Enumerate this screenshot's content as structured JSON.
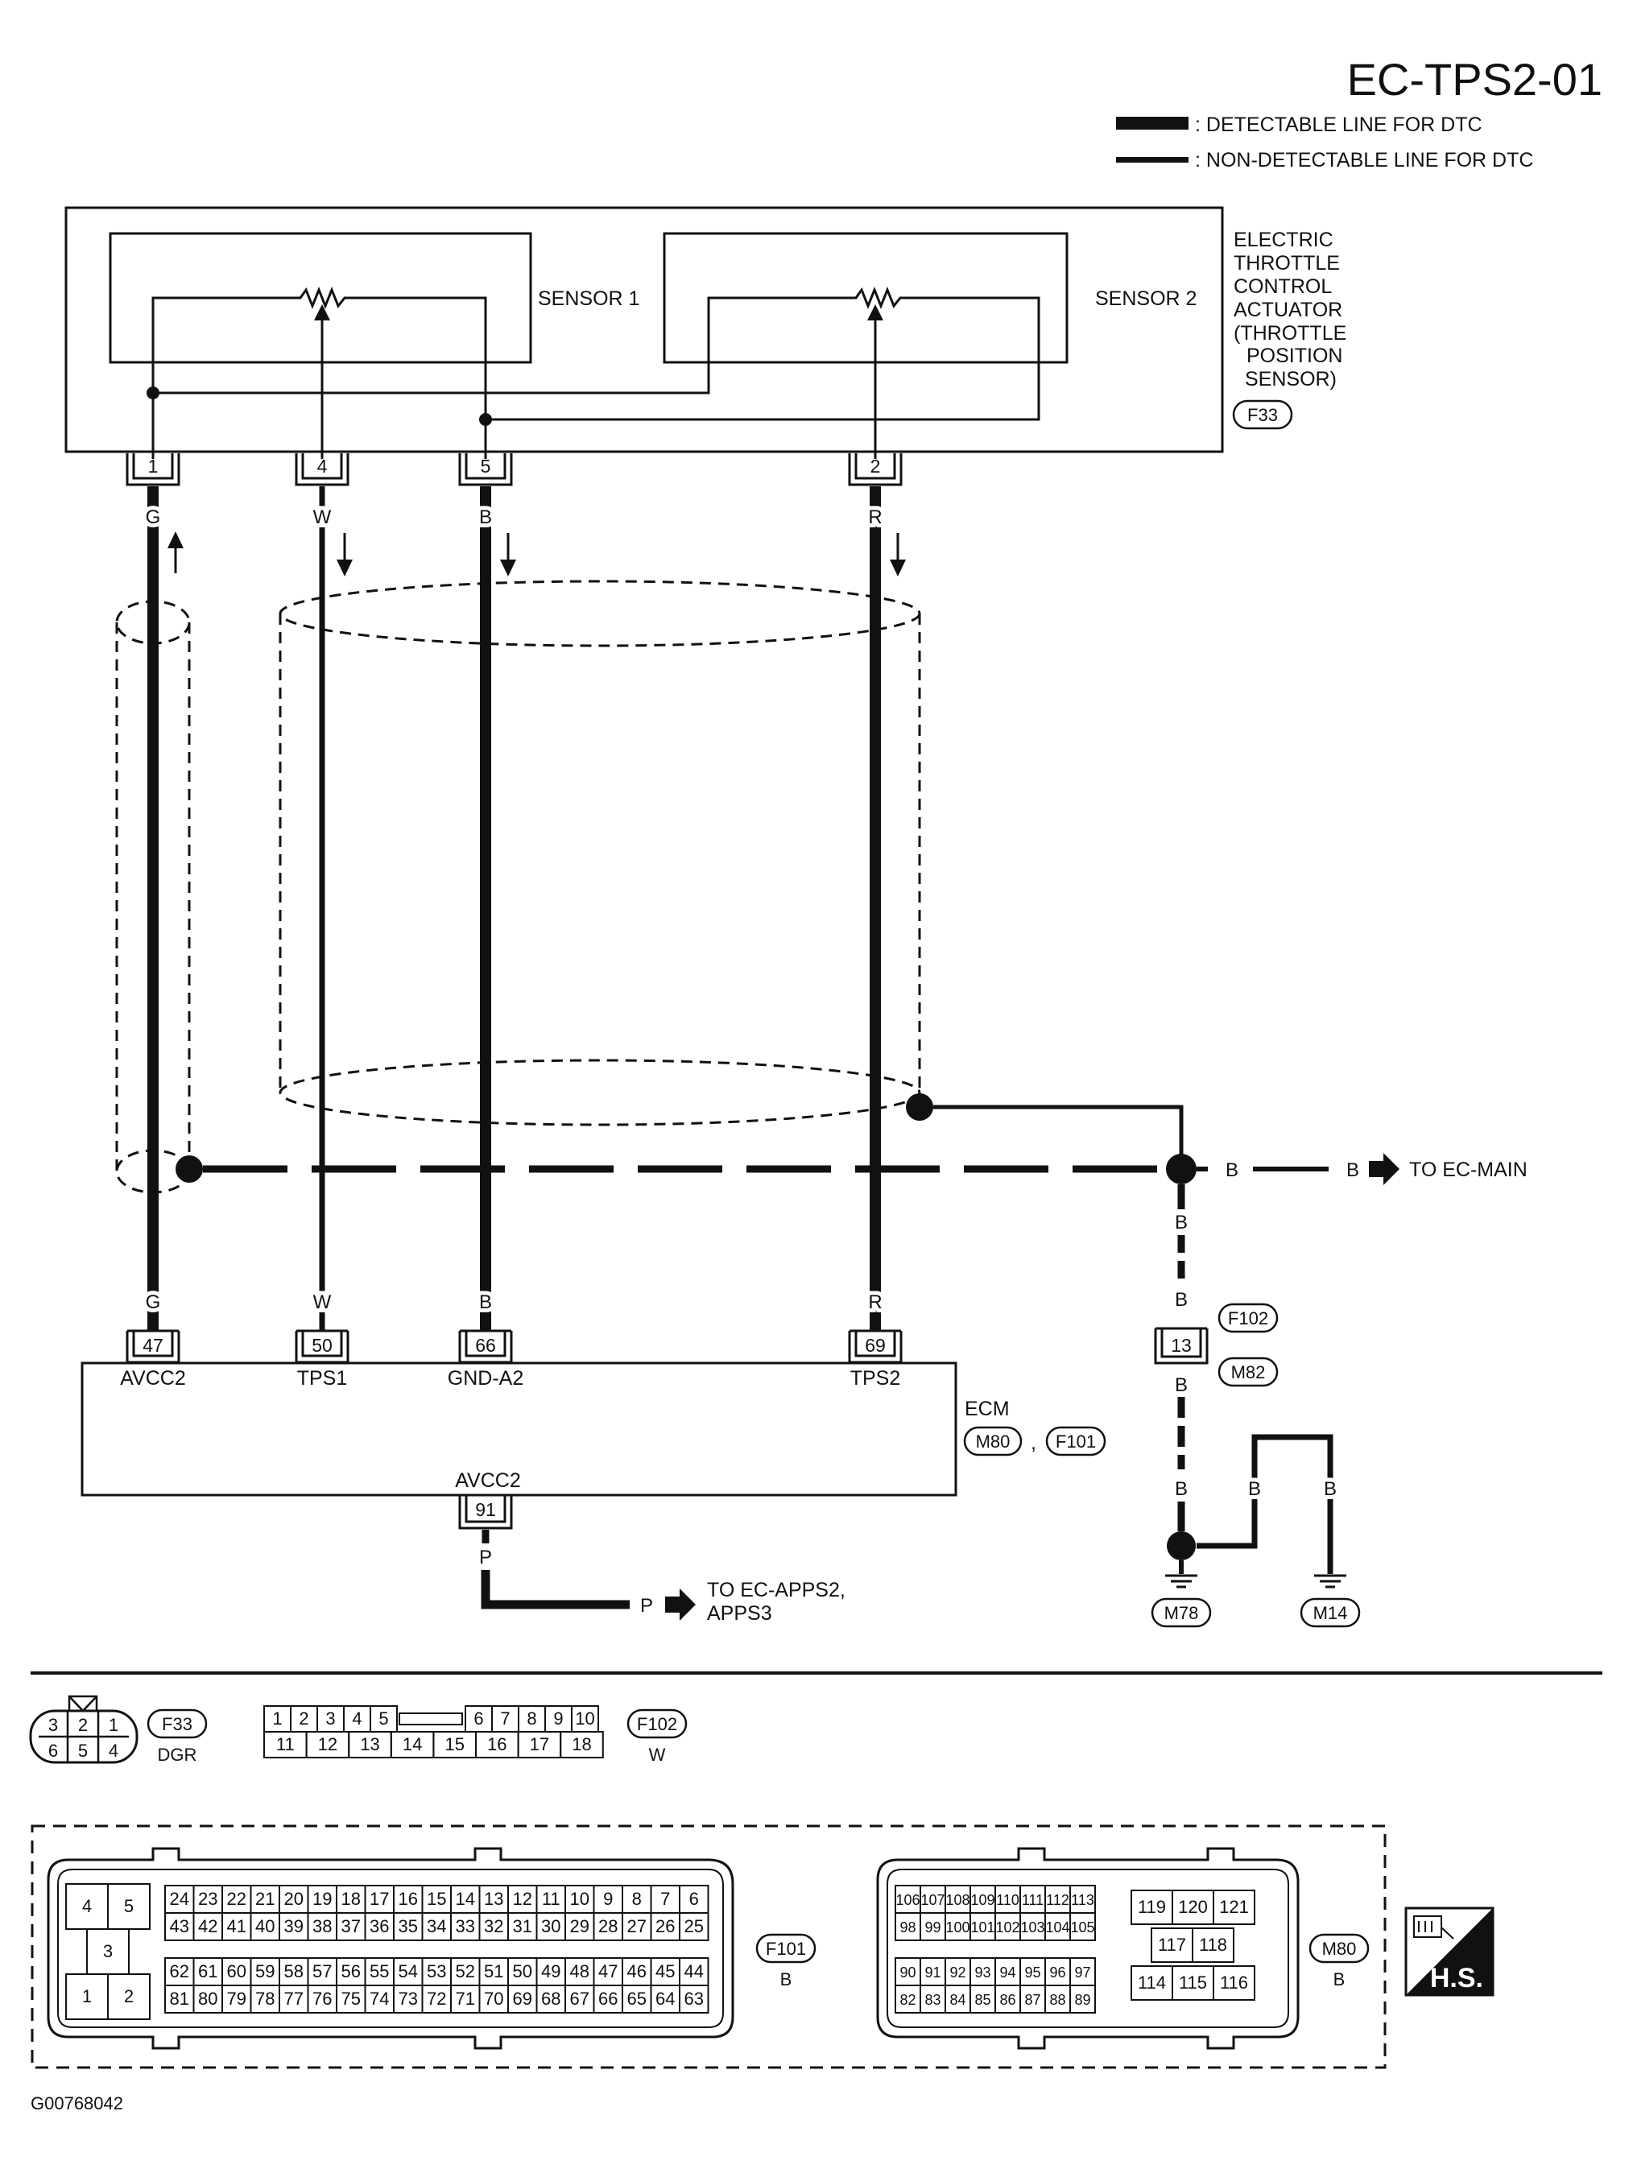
{
  "title": "EC-TPS2-01",
  "legend": {
    "detectable": ": DETECTABLE LINE FOR DTC",
    "non_detectable": ": NON-DETECTABLE LINE FOR DTC"
  },
  "actuator": {
    "label_lines": [
      "ELECTRIC",
      "THROTTLE",
      "CONTROL",
      "ACTUATOR",
      "(THROTTLE",
      "POSITION",
      "SENSOR)"
    ],
    "connector": "F33",
    "sensor1": "SENSOR 1",
    "sensor2": "SENSOR 2",
    "pins": [
      "1",
      "4",
      "5",
      "2"
    ]
  },
  "wires": [
    {
      "color": "G",
      "pin_top": "1",
      "pin_ecm": "47",
      "ecm_label": "AVCC2",
      "detectable": true
    },
    {
      "color": "W",
      "pin_top": "4",
      "pin_ecm": "50",
      "ecm_label": "TPS1",
      "detectable": false
    },
    {
      "color": "B",
      "pin_top": "5",
      "pin_ecm": "66",
      "ecm_label": "GND-A2",
      "detectable": true
    },
    {
      "color": "R",
      "pin_top": "2",
      "pin_ecm": "69",
      "ecm_label": "TPS2",
      "detectable": true
    }
  ],
  "ecm": {
    "label": "ECM",
    "connectors": [
      "M80",
      "F101"
    ],
    "separator": ",",
    "bottom_label": "AVCC2",
    "bottom_pin": "91",
    "bottom_color": "P"
  },
  "ground": {
    "color": "B",
    "to_main": "TO EC-MAIN",
    "joint_pin": "13",
    "joint_connectors": [
      "F102",
      "M82"
    ],
    "grounds": [
      "M78",
      "M14"
    ]
  },
  "apps": {
    "color": "P",
    "lines": [
      "TO EC-APPS2,",
      "APPS3"
    ]
  },
  "connector_views": {
    "f33": {
      "id": "F33",
      "color": "DGR",
      "top": [
        "3",
        "2",
        "1"
      ],
      "bottom": [
        "6",
        "5",
        "4"
      ]
    },
    "f102": {
      "id": "F102",
      "color": "W",
      "top_left": [
        "1",
        "2",
        "3",
        "4",
        "5"
      ],
      "top_right": [
        "6",
        "7",
        "8",
        "9",
        "10"
      ],
      "bottom": [
        "11",
        "12",
        "13",
        "14",
        "15",
        "16",
        "17",
        "18"
      ]
    },
    "f101": {
      "id": "F101",
      "color": "B",
      "left": [
        "4",
        "5",
        "3",
        "1",
        "2"
      ],
      "row1": [
        "24",
        "23",
        "22",
        "21",
        "20",
        "19",
        "18",
        "17",
        "16",
        "15",
        "14",
        "13",
        "12",
        "11",
        "10",
        "9",
        "8",
        "7",
        "6"
      ],
      "row2": [
        "43",
        "42",
        "41",
        "40",
        "39",
        "38",
        "37",
        "36",
        "35",
        "34",
        "33",
        "32",
        "31",
        "30",
        "29",
        "28",
        "27",
        "26",
        "25"
      ],
      "row3": [
        "62",
        "61",
        "60",
        "59",
        "58",
        "57",
        "56",
        "55",
        "54",
        "53",
        "52",
        "51",
        "50",
        "49",
        "48",
        "47",
        "46",
        "45",
        "44"
      ],
      "row4": [
        "81",
        "80",
        "79",
        "78",
        "77",
        "76",
        "75",
        "74",
        "73",
        "72",
        "71",
        "70",
        "69",
        "68",
        "67",
        "66",
        "65",
        "64",
        "63"
      ]
    },
    "m80": {
      "id": "M80",
      "color": "B",
      "row1": [
        "106",
        "107",
        "108",
        "109",
        "110",
        "111",
        "112",
        "113"
      ],
      "row2": [
        "98",
        "99",
        "100",
        "101",
        "102",
        "103",
        "104",
        "105"
      ],
      "row3": [
        "90",
        "91",
        "92",
        "93",
        "94",
        "95",
        "96",
        "97"
      ],
      "row4": [
        "82",
        "83",
        "84",
        "85",
        "86",
        "87",
        "88",
        "89"
      ],
      "right_top": [
        "119",
        "120",
        "121"
      ],
      "right_mid": [
        "117",
        "118"
      ],
      "right_bottom": [
        "114",
        "115",
        "116"
      ]
    }
  },
  "badge": "H.S.",
  "footer_code": "G00768042"
}
